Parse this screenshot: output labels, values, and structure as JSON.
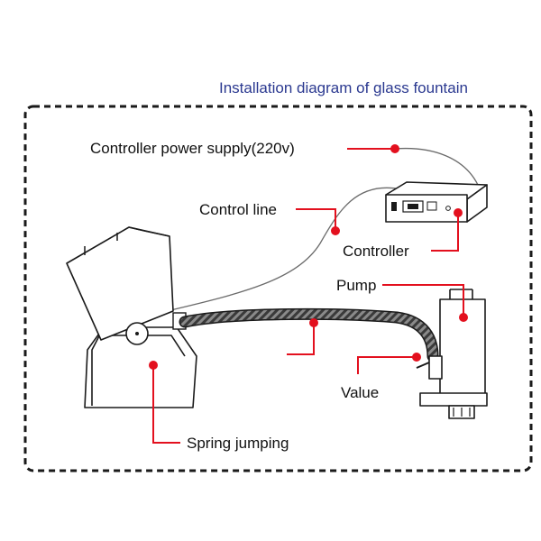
{
  "title": "Installation diagram of glass fountain",
  "labels": {
    "power_supply": "Controller power supply(220v)",
    "control_line": "Control line",
    "controller": "Controller",
    "pump": "Pump",
    "value": "Value",
    "spring_jumping": "Spring jumping"
  },
  "colors": {
    "title": "#2b3990",
    "marker": "#e3101e",
    "border": "#1a1a1a"
  }
}
